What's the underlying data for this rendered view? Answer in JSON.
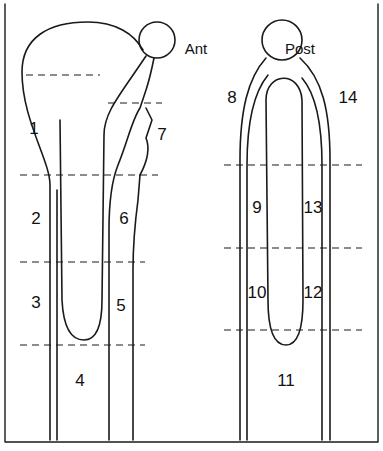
{
  "diagram": {
    "labels": [
      "Ant",
      "Post",
      "1",
      "2",
      "3",
      "4",
      "5",
      "6",
      "7",
      "8",
      "9",
      "10",
      "11",
      "12",
      "13",
      "14"
    ]
  }
}
